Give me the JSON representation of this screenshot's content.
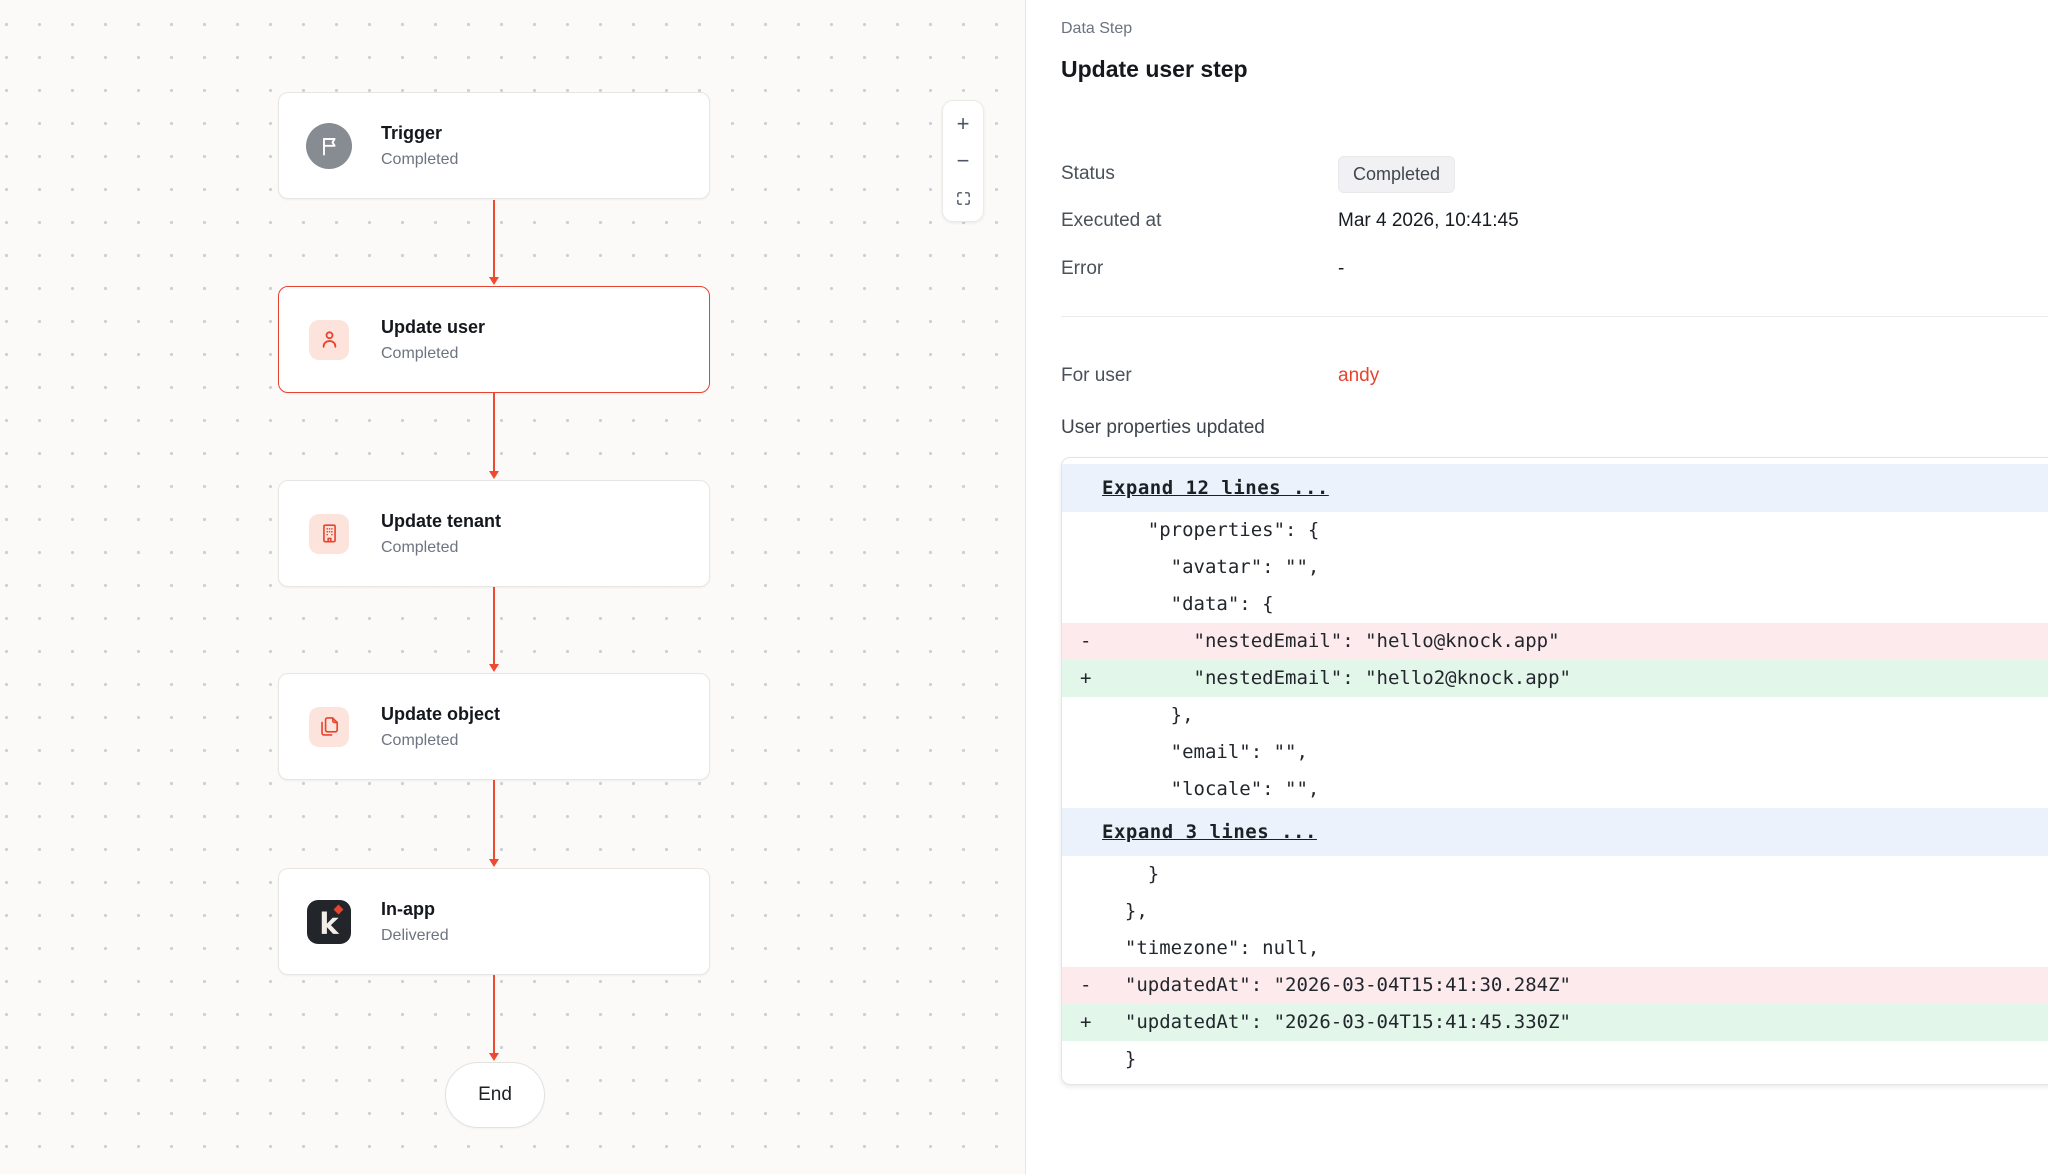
{
  "colors": {
    "accent": "#E8432E",
    "accent_soft_bg": "#FCE4DC",
    "diff_expand_bg": "#EBF2FB",
    "diff_delete_bg": "#FDEAEC",
    "diff_add_bg": "#E2F6E9",
    "status_badge_bg": "#F1F1F3",
    "canvas_bg": "#FBFAF8"
  },
  "canvas": {
    "nodes": [
      {
        "title": "Trigger",
        "status": "Completed",
        "icon": "flag-icon"
      },
      {
        "title": "Update user",
        "status": "Completed",
        "icon": "user-icon"
      },
      {
        "title": "Update tenant",
        "status": "Completed",
        "icon": "building-icon"
      },
      {
        "title": "Update object",
        "status": "Completed",
        "icon": "copy-icon"
      },
      {
        "title": "In-app",
        "status": "Delivered",
        "icon": "knock-logo",
        "logo_letter": "k"
      }
    ],
    "end_label": "End",
    "zoom_controls": {
      "zoom_in_label": "+",
      "zoom_out_label": "−",
      "fit_icon": "fit-view-icon"
    }
  },
  "panel": {
    "eyebrow": "Data Step",
    "title": "Update user step",
    "fields": [
      {
        "label": "Status",
        "value": "Completed",
        "kind": "badge"
      },
      {
        "label": "Executed at",
        "value": "Mar 4 2026, 10:41:45",
        "kind": "text"
      },
      {
        "label": "Error",
        "value": "-",
        "kind": "text"
      }
    ],
    "for_user": {
      "label": "For user",
      "value": "andy"
    },
    "diff_heading": "User properties updated",
    "diff_lines": [
      {
        "type": "expand",
        "marker": "",
        "text": "Expand 12 lines ..."
      },
      {
        "type": "ctx",
        "marker": " ",
        "text": "    \"properties\": {"
      },
      {
        "type": "ctx",
        "marker": " ",
        "text": "      \"avatar\": \"\","
      },
      {
        "type": "ctx",
        "marker": " ",
        "text": "      \"data\": {"
      },
      {
        "type": "del",
        "marker": "-",
        "text": "        \"nestedEmail\": \"hello@knock.app\""
      },
      {
        "type": "add",
        "marker": "+",
        "text": "        \"nestedEmail\": \"hello2@knock.app\""
      },
      {
        "type": "ctx",
        "marker": " ",
        "text": "      },"
      },
      {
        "type": "ctx",
        "marker": " ",
        "text": "      \"email\": \"\","
      },
      {
        "type": "ctx",
        "marker": " ",
        "text": "      \"locale\": \"\","
      },
      {
        "type": "expand",
        "marker": "",
        "text": "Expand 3 lines ..."
      },
      {
        "type": "ctx",
        "marker": " ",
        "text": "    }"
      },
      {
        "type": "ctx",
        "marker": " ",
        "text": "  },"
      },
      {
        "type": "ctx",
        "marker": " ",
        "text": "  \"timezone\": null,"
      },
      {
        "type": "del",
        "marker": "-",
        "text": "  \"updatedAt\": \"2026-03-04T15:41:30.284Z\""
      },
      {
        "type": "add",
        "marker": "+",
        "text": "  \"updatedAt\": \"2026-03-04T15:41:45.330Z\""
      },
      {
        "type": "ctx",
        "marker": " ",
        "text": "  }"
      }
    ]
  }
}
